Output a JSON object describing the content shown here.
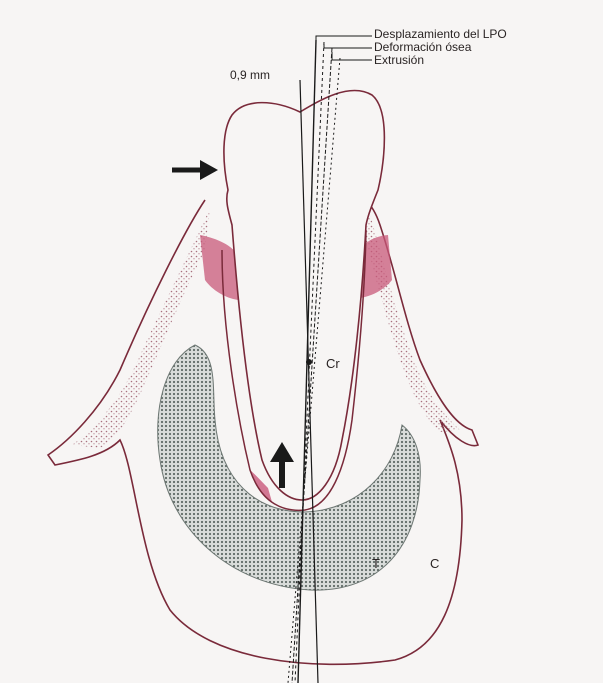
{
  "legend": {
    "line1": "Desplazamiento del LPO",
    "line2": "Deformación ósea",
    "line3": "Extrusión"
  },
  "measurement": "0,9 mm",
  "labels": {
    "center_of_rotation": "Cr",
    "T": "T",
    "C": "C"
  },
  "colors": {
    "outline": "#7a2a3a",
    "ligament_pink": "#c8587a",
    "bone_fill": "#8a9490",
    "ink": "#1a1a1a"
  }
}
